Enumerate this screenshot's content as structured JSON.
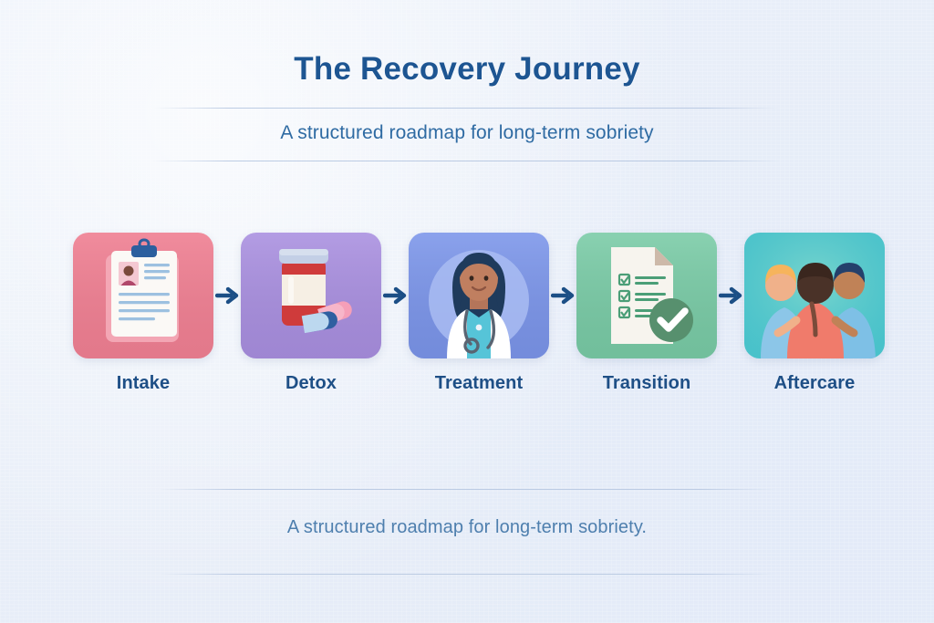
{
  "header": {
    "title": "The Recovery Journey",
    "subtitle": "A structured roadmap for long-term sobriety"
  },
  "footer": {
    "caption": "A structured roadmap for long-term sobriety."
  },
  "palette": {
    "background": "#e8eef8",
    "title_color": "#1d5592",
    "subtitle_color": "#2f6ba3",
    "label_color": "#1e4f86",
    "footer_color": "#4e7fae",
    "arrow_color": "#1c4f86",
    "rule_color": "#b9c9e2"
  },
  "flow": {
    "arrow_icon": "arrow-right-icon",
    "steps": [
      {
        "label": "Intake",
        "icon": "clipboard-form-icon",
        "card_color": "#ef7f92",
        "card_color_2": "#e9728a"
      },
      {
        "label": "Detox",
        "icon": "pill-bottle-icon",
        "card_color": "#a98fe0",
        "card_color_2": "#a081d9"
      },
      {
        "label": "Treatment",
        "icon": "doctor-icon",
        "card_color": "#7b95ea",
        "card_color_2": "#6f8be6"
      },
      {
        "label": "Transition",
        "icon": "checklist-document-icon",
        "card_color": "#79cba6",
        "card_color_2": "#6cc39c"
      },
      {
        "label": "Aftercare",
        "icon": "support-group-icon",
        "card_color": "#4cc5cc",
        "card_color_2": "#45bec7"
      }
    ]
  }
}
